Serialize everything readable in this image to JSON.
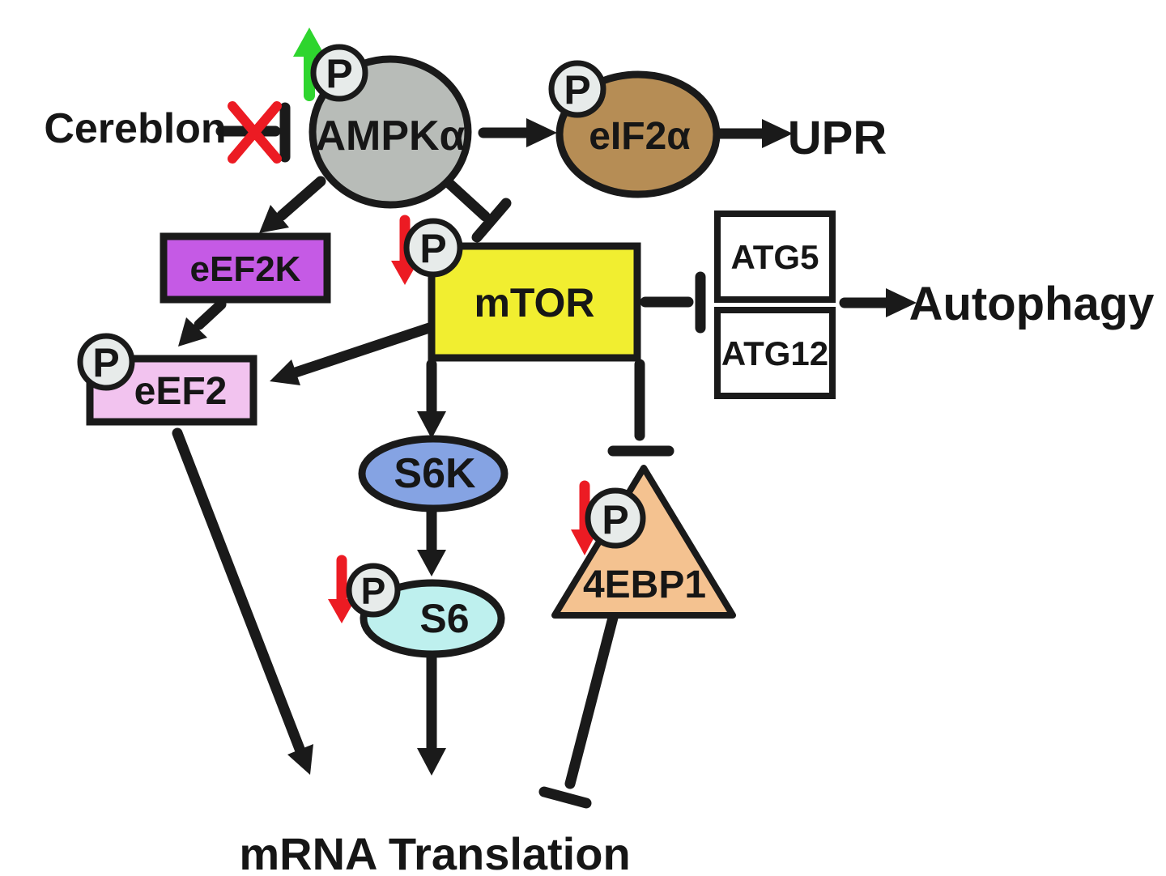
{
  "figure": {
    "type": "signaling-pathway-diagram",
    "background": "#ffffff"
  },
  "colors": {
    "increase_green": "#2ed52e",
    "decrease_red": "#ec1b23",
    "inhibit_cross_red": "#ec1b23",
    "phospho_fill": "#e7ebea",
    "outline_black": "#1a1a1a"
  },
  "badge_p": "P",
  "nodes": {
    "cereblon": {
      "label": "Cereblon"
    },
    "ampk": {
      "label": "AMPKα",
      "color": "#b8bcb8",
      "phospho": "P",
      "phospho_change": "increase"
    },
    "eif2a": {
      "label": "eIF2α",
      "color": "#b68d55",
      "phospho": "P"
    },
    "upr": {
      "label": "UPR"
    },
    "eef2k": {
      "label": "eEF2K",
      "color": "#c55ae5"
    },
    "mtor": {
      "label": "mTOR",
      "color": "#f1ee30",
      "phospho": "P",
      "phospho_change": "decrease"
    },
    "atg5": {
      "label": "ATG5",
      "color": "#ffffff"
    },
    "atg12": {
      "label": "ATG12",
      "color": "#ffffff"
    },
    "autophagy": {
      "label": "Autophagy"
    },
    "eef2": {
      "label": "eEF2",
      "color": "#f2c3ef",
      "phospho": "P"
    },
    "s6k": {
      "label": "S6K",
      "color": "#85a3e3"
    },
    "s6": {
      "label": "S6",
      "color": "#bef0ee",
      "phospho": "P",
      "phospho_change": "decrease"
    },
    "ebp1": {
      "label": "4EBP1",
      "color": "#f4c290",
      "phospho": "P",
      "phospho_change": "decrease"
    },
    "mrna_translation": {
      "label": "mRNA Translation"
    }
  },
  "edges": [
    {
      "from": "Cereblon",
      "to": "AMPKα",
      "type": "inhibition",
      "annotation": "crossed-out"
    },
    {
      "from": "AMPKα",
      "to": "eIF2α",
      "type": "activation"
    },
    {
      "from": "eIF2α",
      "to": "UPR",
      "type": "activation"
    },
    {
      "from": "AMPKα",
      "to": "eEF2K",
      "type": "activation"
    },
    {
      "from": "AMPKα",
      "to": "mTOR",
      "type": "inhibition"
    },
    {
      "from": "eEF2K",
      "to": "eEF2",
      "type": "activation"
    },
    {
      "from": "mTOR",
      "to": "eEF2",
      "type": "activation"
    },
    {
      "from": "mTOR",
      "to": "ATG5/ATG12",
      "type": "inhibition"
    },
    {
      "from": "ATG5/ATG12",
      "to": "Autophagy",
      "type": "activation"
    },
    {
      "from": "mTOR",
      "to": "S6K",
      "type": "activation"
    },
    {
      "from": "S6K",
      "to": "S6",
      "type": "activation"
    },
    {
      "from": "mTOR",
      "to": "4EBP1",
      "type": "inhibition"
    },
    {
      "from": "eEF2",
      "to": "mRNA Translation",
      "type": "activation"
    },
    {
      "from": "S6",
      "to": "mRNA Translation",
      "type": "activation"
    },
    {
      "from": "4EBP1",
      "to": "mRNA Translation",
      "type": "inhibition"
    }
  ]
}
